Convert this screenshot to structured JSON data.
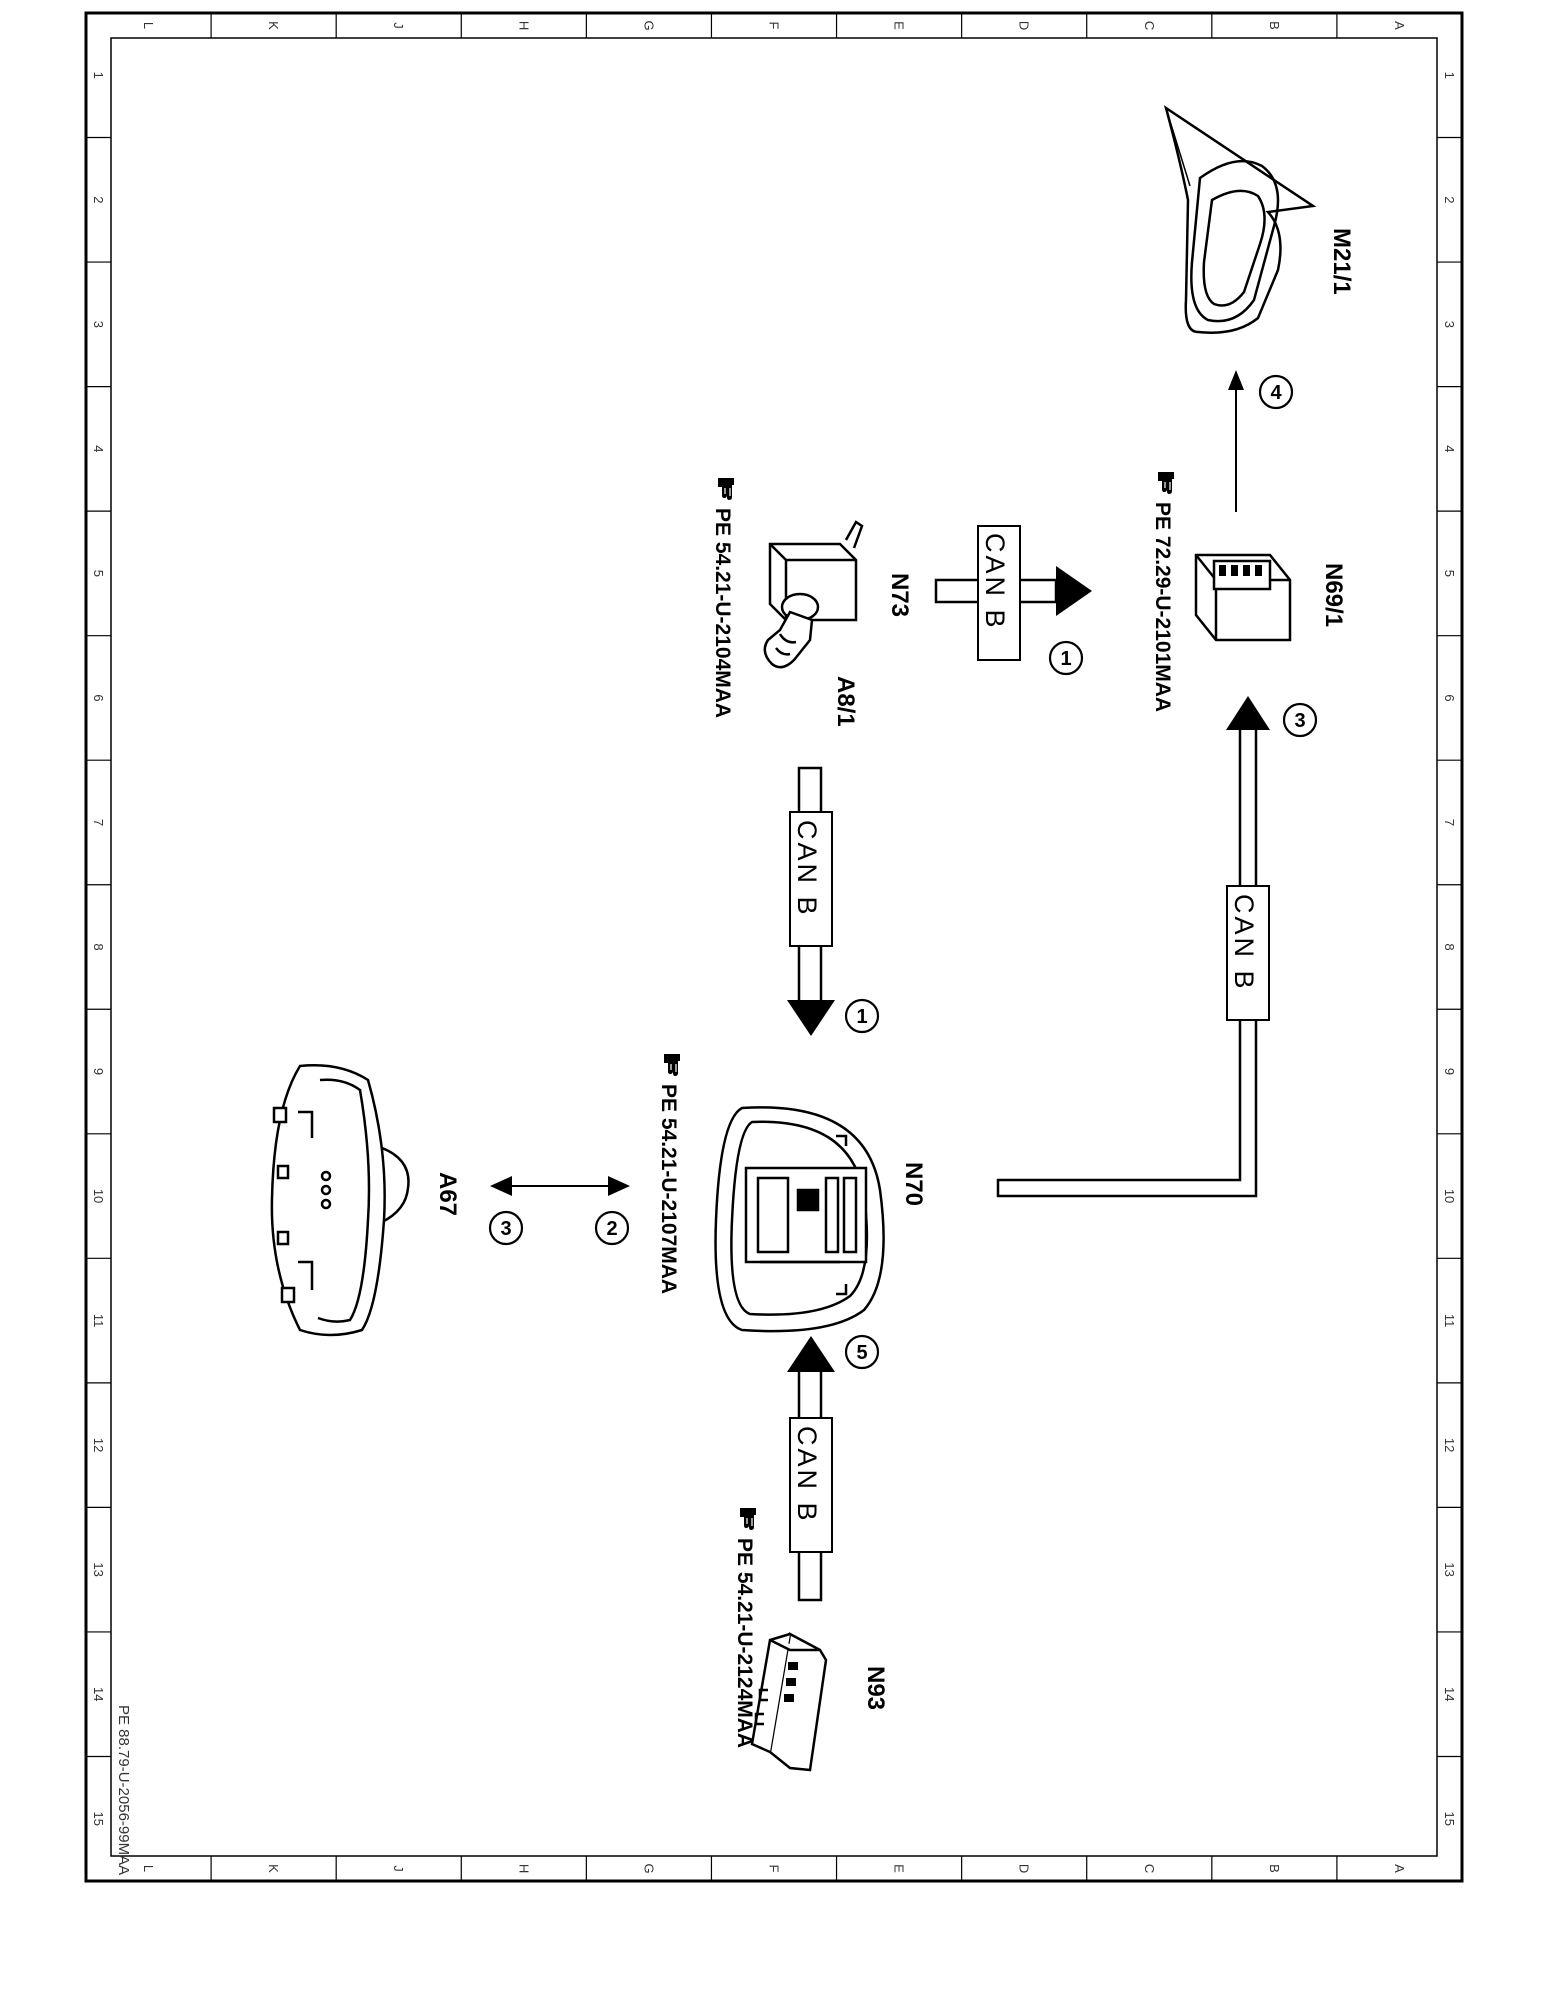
{
  "frame": {
    "column_letters": [
      "L",
      "K",
      "J",
      "H",
      "G",
      "F",
      "E",
      "D",
      "C",
      "B",
      "A"
    ],
    "row_numbers": [
      "1",
      "2",
      "3",
      "4",
      "5",
      "6",
      "7",
      "8",
      "9",
      "10",
      "11",
      "12",
      "13",
      "14",
      "15"
    ]
  },
  "sheet_id": "PE 88.79-U-2056-99MAA",
  "components": {
    "m21_1": {
      "label": "M21/1"
    },
    "n69_1": {
      "label": "N69/1",
      "ref": "PE 72.29-U-2101MAA"
    },
    "n73": {
      "label": "N73",
      "ref": "PE 54.21-U-2104MAA"
    },
    "a8_1": {
      "label": "A8/1"
    },
    "n70": {
      "label": "N70",
      "ref": "PE 54.21-U-2107MAA"
    },
    "a67": {
      "label": "A67"
    },
    "n93": {
      "label": "N93",
      "ref": "PE 54.21-U-2124MAA"
    }
  },
  "bus_label": "CAN B",
  "signal_numbers": {
    "n73_to_n69": "1",
    "n73_to_n70": "1",
    "n70_a67_a": "2",
    "n70_a67_b": "3",
    "n70_to_n69": "3",
    "n69_to_m21": "4",
    "n93_to_n70": "5"
  },
  "ref_icon": "pointing-hand-book-icon",
  "colors": {
    "line": "#000000",
    "background": "#ffffff"
  }
}
